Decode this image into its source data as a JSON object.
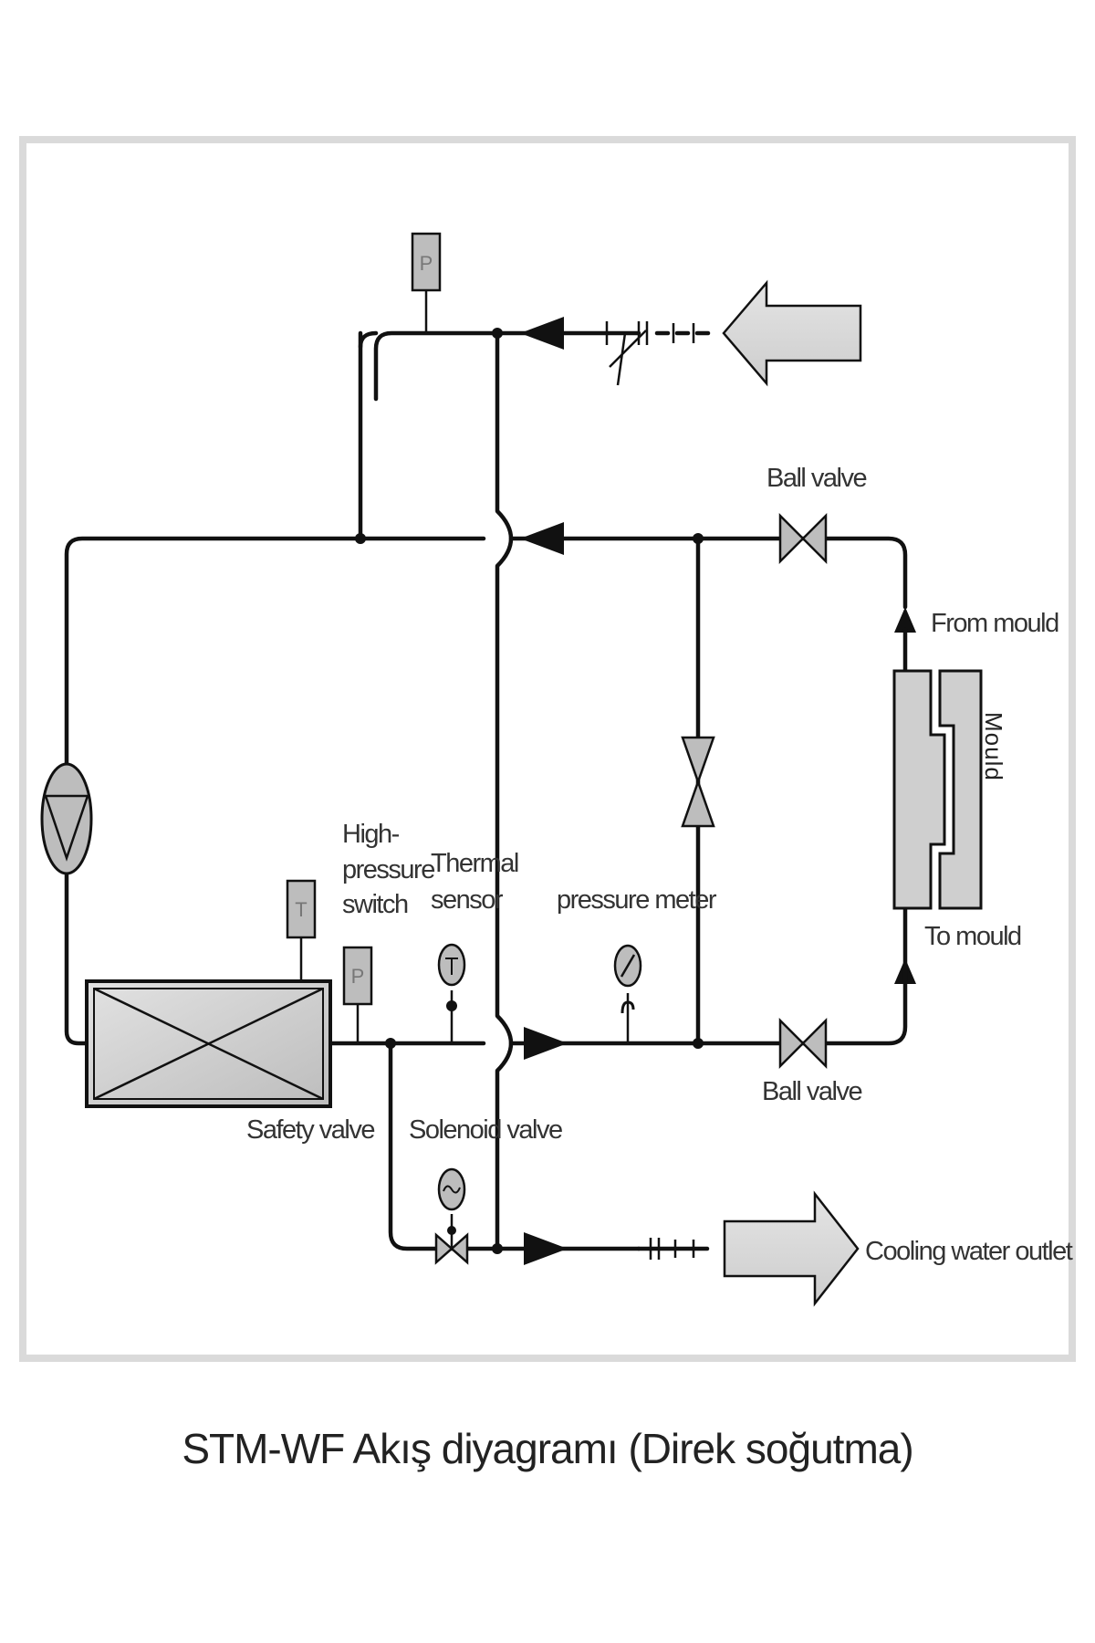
{
  "diagram": {
    "caption": "STM-WF Akış diyagramı (Direk soğutma)",
    "labels": {
      "ball_valve_top": "Ball valve",
      "from_mould": "From mould",
      "to_mould": "To mould",
      "mould": "Mould",
      "high_pressure_switch_1": "High-",
      "high_pressure_switch_2": "pressure",
      "high_pressure_switch_3": "switch",
      "thermal_sensor_1": "Thermal",
      "thermal_sensor_2": "sensor",
      "pressure_meter": "pressure meter",
      "ball_valve_bottom": "Ball valve",
      "safety_valve": "Safety valve",
      "solenoid_valve": "Solenoid valve",
      "cooling_water_outlet": "Cooling water outlet"
    },
    "gauge_letters": {
      "pressure": "P",
      "temperature": "T"
    }
  }
}
